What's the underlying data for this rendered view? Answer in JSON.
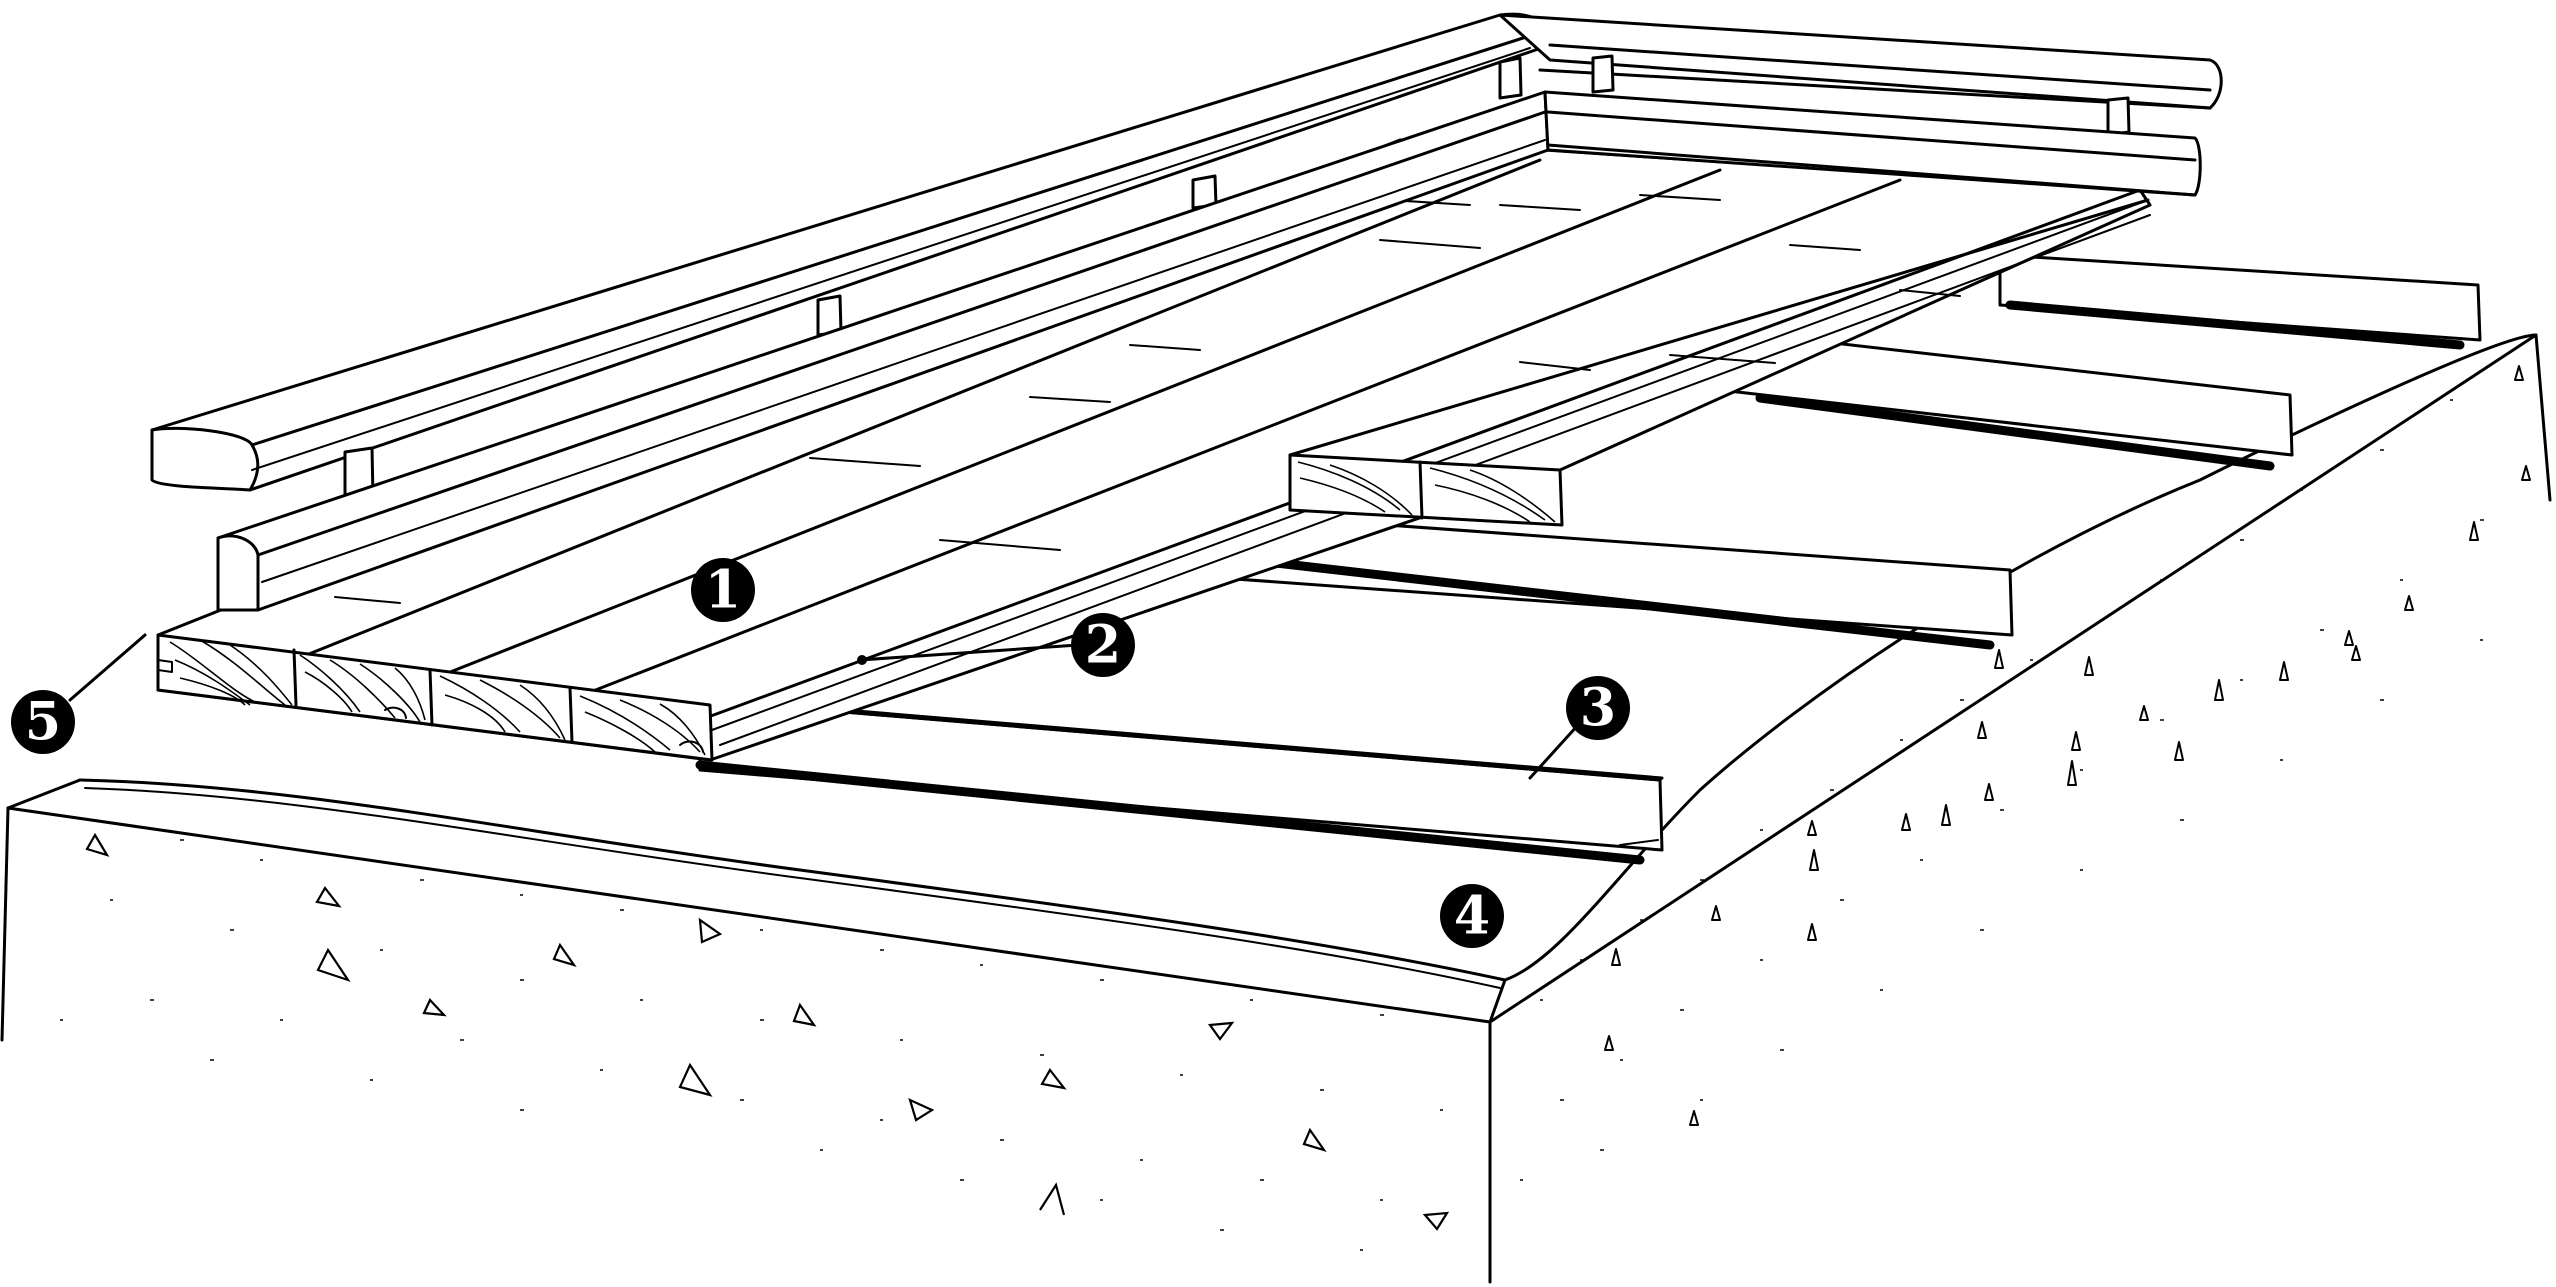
{
  "callouts": [
    {
      "id": "1",
      "label": "1"
    },
    {
      "id": "2",
      "label": "2"
    },
    {
      "id": "3",
      "label": "3"
    },
    {
      "id": "4",
      "label": "4"
    },
    {
      "id": "5",
      "label": "5"
    }
  ],
  "colors": {
    "line": "#000000",
    "background": "#ffffff",
    "badge": "#000000",
    "badge_text": "#ffffff"
  }
}
